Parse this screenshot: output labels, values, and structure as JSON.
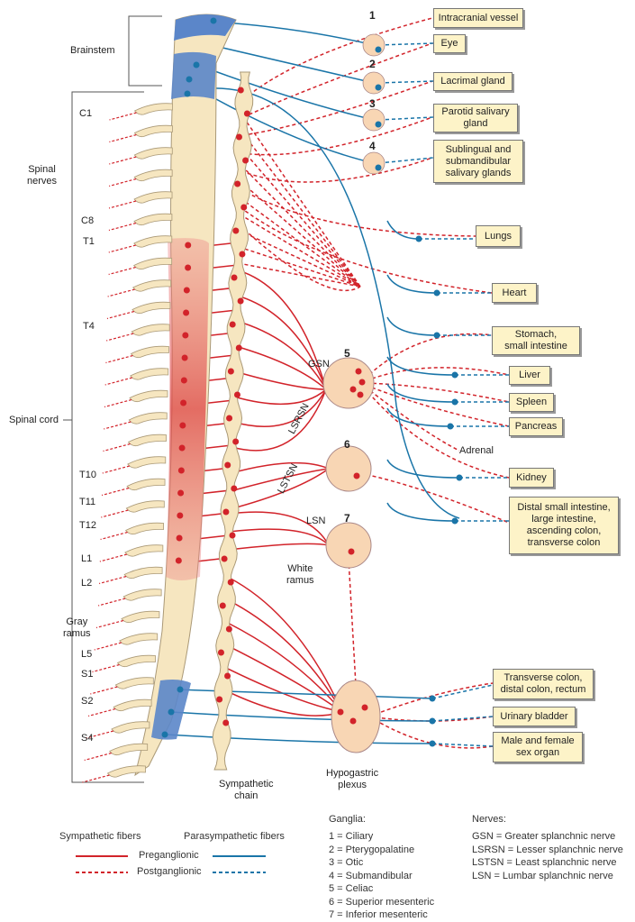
{
  "left_labels": {
    "brainstem": "Brainstem",
    "c1": "C1",
    "spinal_nerves": "Spinal\nnerves",
    "c8": "C8",
    "t1": "T1",
    "t4": "T4",
    "spinal_cord": "Spinal cord",
    "t10": "T10",
    "t11": "T11",
    "t12": "T12",
    "l1": "L1",
    "l2": "L2",
    "gray_ramus": "Gray\nramus",
    "l5": "L5",
    "s1": "S1",
    "s2": "S2",
    "s4": "S4"
  },
  "inner_labels": {
    "gsn": "GSN",
    "lsrsn": "LSRSN",
    "lstsn": "LSTSN",
    "lsn": "LSN",
    "white_ramus": "White\nramus",
    "sympathetic_chain": "Sympathetic\nchain",
    "hypogastric_plexus": "Hypogastric\nplexus",
    "adrenal": "Adrenal"
  },
  "ganglion_numbers": [
    "1",
    "2",
    "3",
    "4",
    "5",
    "6",
    "7"
  ],
  "organs": [
    "Intracranial vessel",
    "Eye",
    "Lacrimal gland",
    "Parotid salivary\ngland",
    "Sublingual and\nsubmandibular\nsalivary glands",
    "Lungs",
    "Heart",
    "Stomach,\nsmall intestine",
    "Liver",
    "Spleen",
    "Pancreas",
    "Kidney",
    "Distal small intestine,\nlarge intestine,\nascending colon,\ntransverse colon",
    "Transverse colon,\ndistal colon, rectum",
    "Urinary bladder",
    "Male and female\nsex organ"
  ],
  "legend": {
    "sympathetic": "Sympathetic fibers",
    "parasympathetic": "Parasympathetic fibers",
    "preganglionic": "Preganglionic",
    "postganglionic": "Postganglionic",
    "ganglia_title": "Ganglia:",
    "ganglia": [
      "1 = Ciliary",
      "2 = Pterygopalatine",
      "3 = Otic",
      "4 = Submandibular",
      "5 = Celiac",
      "6 = Superior mesenteric",
      "7 = Inferior mesenteric"
    ],
    "nerves_title": "Nerves:",
    "nerves": [
      "GSN = Greater splanchnic nerve",
      "LSRSN = Lesser splanchnic nerve",
      "LSTSN = Least splanchnic nerve",
      "LSN = Lumbar splanchnic nerve"
    ]
  },
  "colors": {
    "sympathetic": "#d2232a",
    "parasympathetic": "#1a75a8",
    "cord": "#f6e6c0",
    "brainstem_blue": "#5b86c9",
    "ganglion_fill": "#f8d6b4",
    "organ_box": "#fdf3c8"
  }
}
